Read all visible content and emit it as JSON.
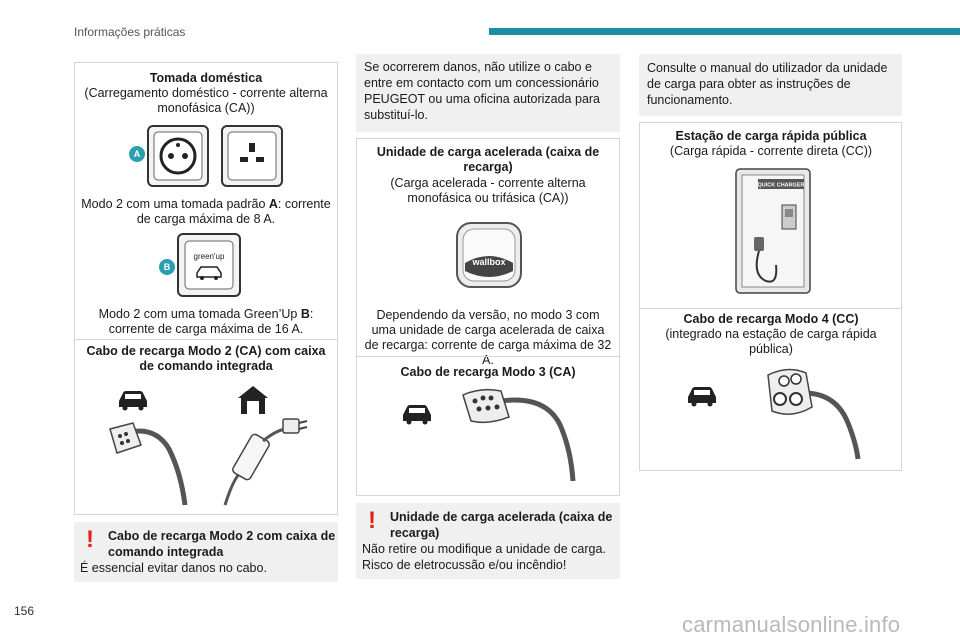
{
  "header": {
    "section_title": "Informações práticas"
  },
  "page_number": "156",
  "watermark": "carmanualsonline.info",
  "col1": {
    "socket_title": "Tomada doméstica",
    "socket_subtitle": "(Carregamento doméstico - corrente alterna monofásica (CA))",
    "callout_a": "A",
    "mode2_a_pre": "Modo 2 com uma tomada padrão ",
    "mode2_a_letter": "A",
    "mode2_a_post": ": corrente de carga máxima de 8 A.",
    "callout_b": "B",
    "greenup_label": "green'up",
    "mode2_b_pre": "Modo 2 com uma tomada Green’Up ",
    "mode2_b_letter": "B",
    "mode2_b_post": ": corrente de carga máxima de 16 A.",
    "cable_title": "Cabo de recarga Modo 2 (CA) com caixa de comando integrada",
    "warn_title": "Cabo de recarga Modo 2 com caixa de comando integrada",
    "warn_text": "É essencial evitar danos no cabo."
  },
  "col2": {
    "damage_text": "Se ocorrerem danos, não utilize o cabo e entre em contacto com um concessionário PEUGEOT ou uma oficina autorizada para substituí-lo.",
    "wallbox_title": "Unidade de carga acelerada (caixa de recarga)",
    "wallbox_subtitle": "(Carga acelerada - corrente alterna monofásica ou trifásica (CA))",
    "wallbox_logo": "wallbox",
    "wallbox_text": "Dependendo da versão, no modo 3 com uma unidade de carga acelerada de caixa de recarga: corrente de carga máxima de 32 A.",
    "mode3_title": "Cabo de recarga Modo 3 (CA)",
    "warn_title": "Unidade de carga acelerada (caixa de recarga)",
    "warn_text": "Não retire ou modifique a unidade de carga. Risco de eletrocussão e/ou incêndio!"
  },
  "col3": {
    "manual_text": "Consulte o manual do utilizador da unidade de carga para obter as instruções de funcionamento.",
    "station_title": "Estação de carga rápida pública",
    "station_subtitle": "(Carga rápida - corrente direta (CC))",
    "station_sign": "QUICK CHARGER",
    "mode4_title": "Cabo de recarga Modo 4 (CC)",
    "mode4_subtitle": "(integrado na estação de carga rápida pública)"
  },
  "colors": {
    "accent": "#1b8ea0",
    "warning": "#e2231a",
    "panel": "#f0f0f0",
    "callout": "#2a9fb0"
  }
}
